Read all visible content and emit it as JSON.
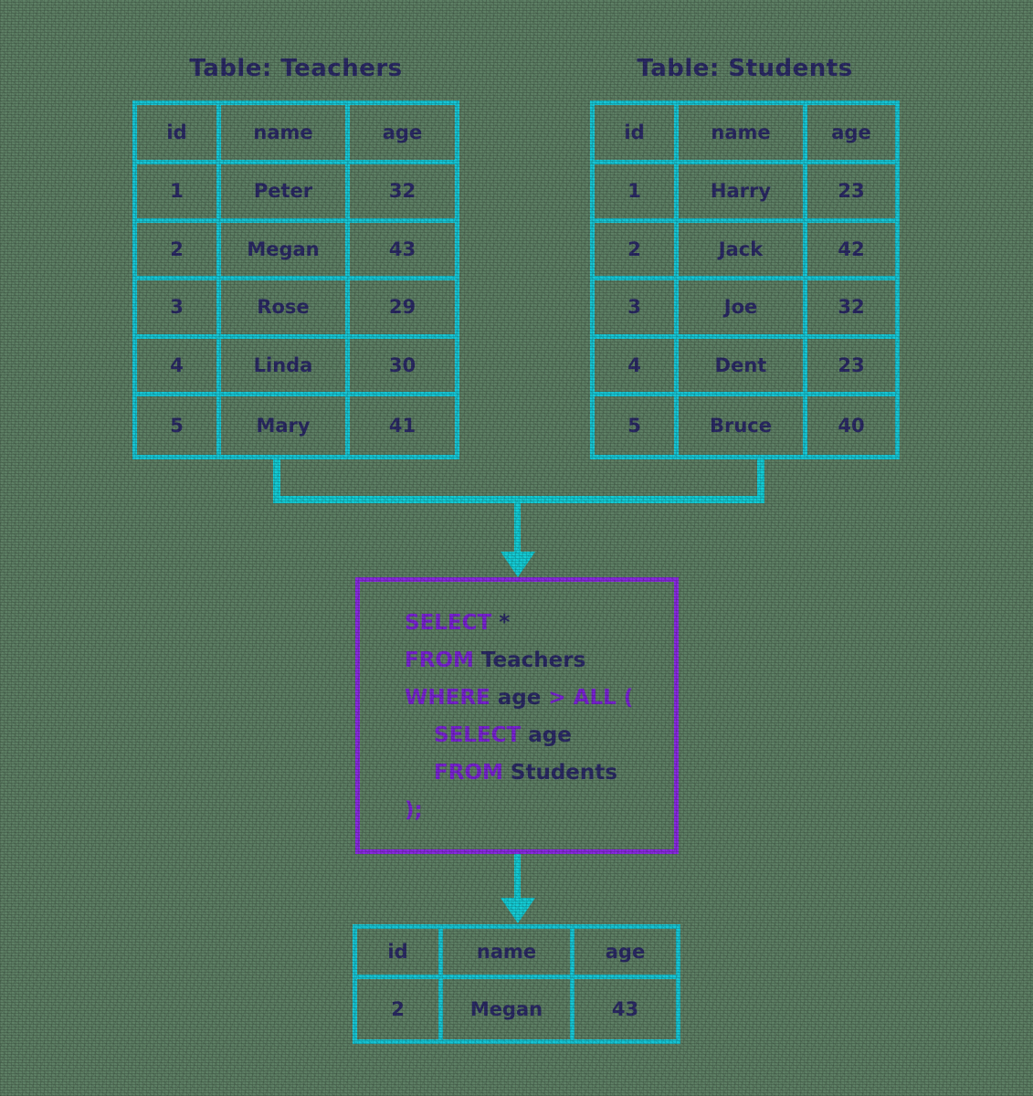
{
  "diagram": {
    "title_teachers": "Table: Teachers",
    "title_students": "Table: Students",
    "colors": {
      "background": "#5e8065",
      "table_border": "#17c7d6",
      "connector": "#14cdd6",
      "sql_border": "#8a2be2",
      "keyword_text": "#7b23d6",
      "identifier_text": "#2b2a66"
    }
  },
  "teachers_table": {
    "name": "Teachers",
    "columns": [
      "id",
      "name",
      "age"
    ],
    "rows": [
      [
        "1",
        "Peter",
        "32"
      ],
      [
        "2",
        "Megan",
        "43"
      ],
      [
        "3",
        "Rose",
        "29"
      ],
      [
        "4",
        "Linda",
        "30"
      ],
      [
        "5",
        "Mary",
        "41"
      ]
    ]
  },
  "students_table": {
    "name": "Students",
    "columns": [
      "id",
      "name",
      "age"
    ],
    "rows": [
      [
        "1",
        "Harry",
        "23"
      ],
      [
        "2",
        "Jack",
        "42"
      ],
      [
        "3",
        "Joe",
        "32"
      ],
      [
        "4",
        "Dent",
        "23"
      ],
      [
        "5",
        "Bruce",
        "40"
      ]
    ]
  },
  "sql": {
    "lines": [
      [
        {
          "t": "SELECT",
          "c": "kw"
        },
        {
          "t": " *",
          "c": "id"
        }
      ],
      [
        {
          "t": "FROM",
          "c": "kw"
        },
        {
          "t": " Teachers",
          "c": "id"
        }
      ],
      [
        {
          "t": "WHERE",
          "c": "kw"
        },
        {
          "t": " age ",
          "c": "id"
        },
        {
          "t": "> ALL",
          "c": "kw"
        },
        {
          "t": " (",
          "c": "kw"
        }
      ],
      [
        {
          "t": "    SELECT",
          "c": "kw"
        },
        {
          "t": " age",
          "c": "id"
        }
      ],
      [
        {
          "t": "    FROM",
          "c": "kw"
        },
        {
          "t": " Students",
          "c": "id"
        }
      ],
      [
        {
          "t": ");",
          "c": "kw"
        }
      ]
    ],
    "text": "SELECT *\nFROM Teachers\nWHERE age > ALL (\n    SELECT age\n    FROM Students\n);"
  },
  "result_table": {
    "columns": [
      "id",
      "name",
      "age"
    ],
    "rows": [
      [
        "2",
        "Megan",
        "43"
      ]
    ]
  }
}
